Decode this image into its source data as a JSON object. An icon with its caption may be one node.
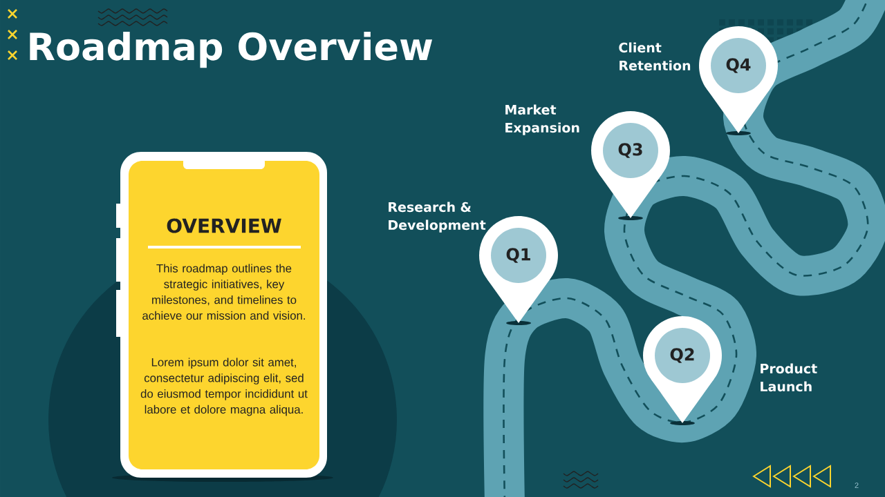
{
  "diagram": {
    "title": "Roadmap Overview",
    "nodes": [
      {
        "text": [
          "OVERVIEW",
          "This roadmap outlines the strategic initiatives, key milestones, and timelines to achieve our mission and vision.",
          "Lorem ipsum dolor sit amet, consectetur adipiscing elit, sed do eiusmod tempor incididunt ut labore et dolore magna aliqua."
        ]
      },
      {
        "text": [
          "Q1"
        ],
        "beside": [
          "Research & Development"
        ]
      },
      {
        "text": [
          "Q2"
        ],
        "beside": [
          "Product Launch"
        ]
      },
      {
        "text": [
          "Q3"
        ],
        "beside": [
          "Market Expansion"
        ]
      },
      {
        "text": [
          "Q4"
        ],
        "beside": [
          "Client Retention"
        ]
      }
    ],
    "labels": [
      "2"
    ]
  }
}
